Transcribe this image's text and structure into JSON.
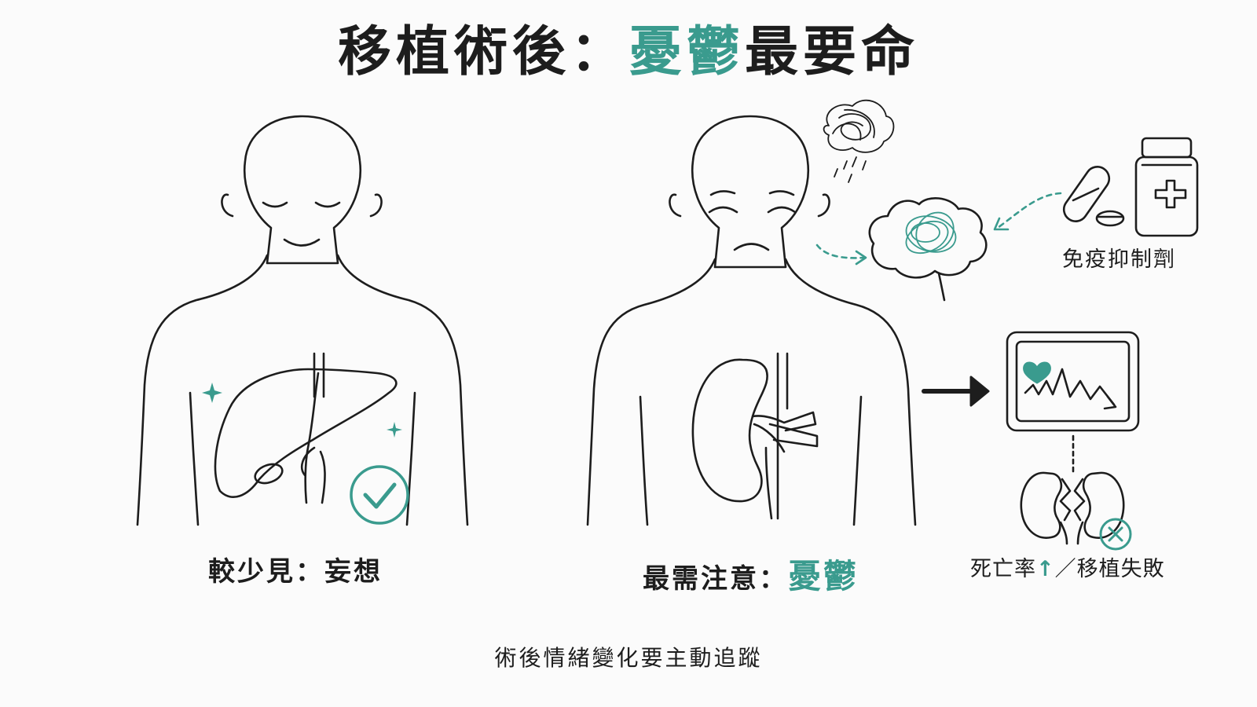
{
  "title": {
    "prefix": "移植術後：",
    "highlight": "憂鬱",
    "suffix": "最要命"
  },
  "left_panel": {
    "label": "較少見：妄想"
  },
  "middle_panel": {
    "label_prefix": "最需注意：",
    "label_highlight": "憂鬱"
  },
  "meds": {
    "label": "免疫抑制劑"
  },
  "outcome": {
    "prefix": "死亡率",
    "arrow": "↑",
    "suffix": "／移植失敗"
  },
  "footer": {
    "text": "術後情緒變化要主動追蹤"
  },
  "icons": [
    "sparkle-icon",
    "check-circle-icon",
    "storm-cloud-icon",
    "tangled-brain-icon",
    "capsule-icon",
    "pill-bottle-icon",
    "monitor-heart-icon",
    "broken-kidney-icon",
    "x-circle-icon",
    "right-arrow-icon"
  ],
  "colors": {
    "accent": "#3a9b8e",
    "ink": "#1d1d1d"
  }
}
